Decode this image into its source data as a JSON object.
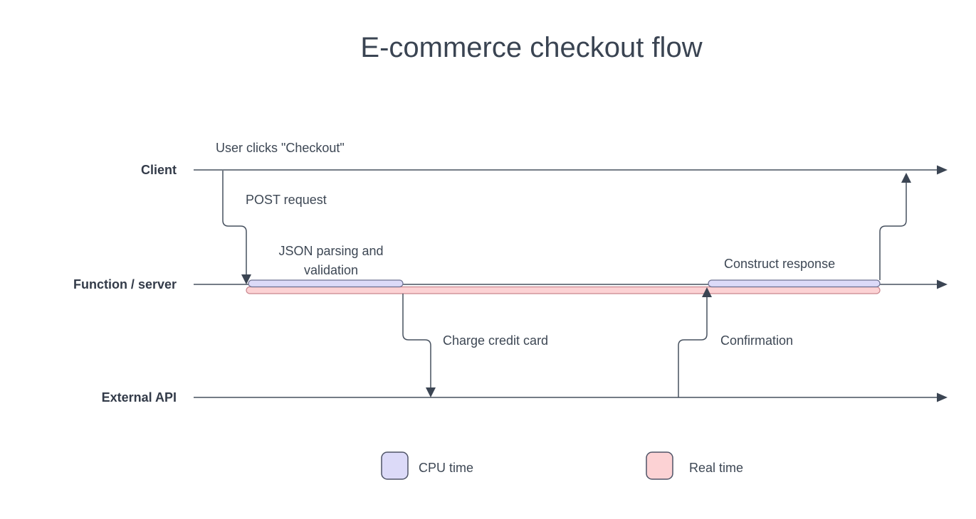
{
  "title": "E-commerce checkout flow",
  "lanes": [
    {
      "label": "Client"
    },
    {
      "label": "Function / server"
    },
    {
      "label": "External API"
    }
  ],
  "annotations": {
    "user_clicks": "User clicks \"Checkout\"",
    "post_request": "POST request",
    "json_parsing": "JSON parsing and\nvalidation",
    "charge": "Charge credit card",
    "construct_response": "Construct response",
    "confirmation": "Confirmation"
  },
  "legend": [
    {
      "label": "CPU time"
    },
    {
      "label": "Real time"
    }
  ],
  "colors": {
    "text": "#3d4754",
    "line": "#47515f",
    "arrow": "#3b4553",
    "cpu_fill": "#dcdaf8",
    "cpu_border": "#6e7292",
    "real_fill": "#fcd2d4",
    "real_border": "#c9868e",
    "legend_border": "#4e5366"
  }
}
